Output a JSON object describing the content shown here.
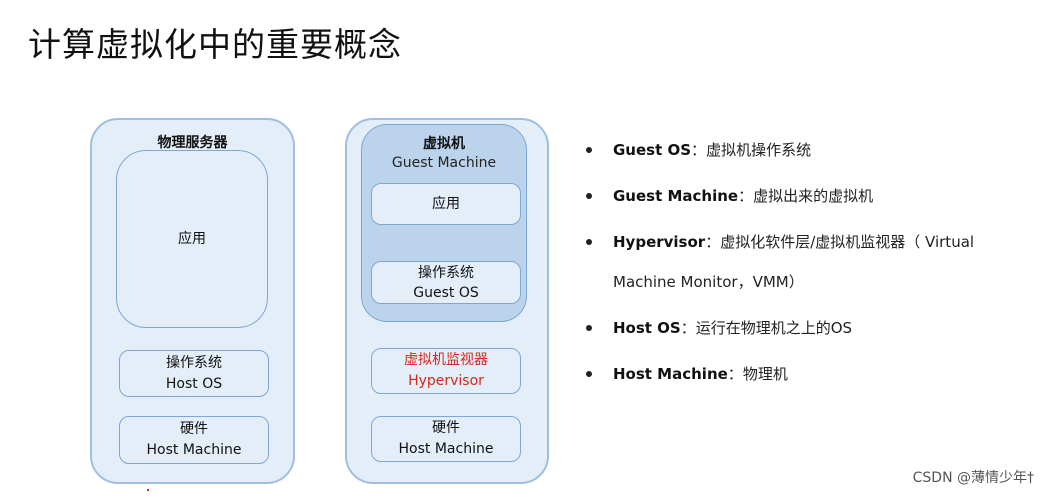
{
  "title": "计算虚拟化中的重要概念",
  "physical_server": {
    "title": "物理服务器",
    "app": "应用",
    "os": {
      "line1": "操作系统",
      "line2": "Host OS"
    },
    "hardware": {
      "line1": "硬件",
      "line2": "Host Machine"
    }
  },
  "virtual_server": {
    "guest_machine": {
      "title": "虚拟机",
      "subtitle": "Guest Machine",
      "app": "应用",
      "os": {
        "line1": "操作系统",
        "line2": "Guest OS"
      }
    },
    "hypervisor": {
      "line1": "虚拟机监视器",
      "line2": "Hypervisor"
    },
    "hardware": {
      "line1": "硬件",
      "line2": "Host Machine"
    }
  },
  "bullets": [
    {
      "term": "Guest OS",
      "sep": "：",
      "desc": "虚拟机操作系统"
    },
    {
      "term": "Guest Machine",
      "sep": "：",
      "desc": "虚拟出来的虚拟机"
    },
    {
      "term": "Hypervisor",
      "sep": "：",
      "desc": "虚拟化软件层/虚拟机监视器（ Virtual",
      "desc2": "Machine Monitor，VMM）"
    },
    {
      "term": "Host OS",
      "sep": "：",
      "desc": "运行在物理机之上的OS"
    },
    {
      "term": "Host Machine",
      "sep": "：",
      "desc": "物理机"
    }
  ],
  "watermark": "CSDN @薄情少年†",
  "colors": {
    "panel_bg": "#e4eef8",
    "panel_border": "#9fbfe0",
    "guest_bg": "#bcd3ec",
    "hypervisor_text": "#d8251d"
  }
}
